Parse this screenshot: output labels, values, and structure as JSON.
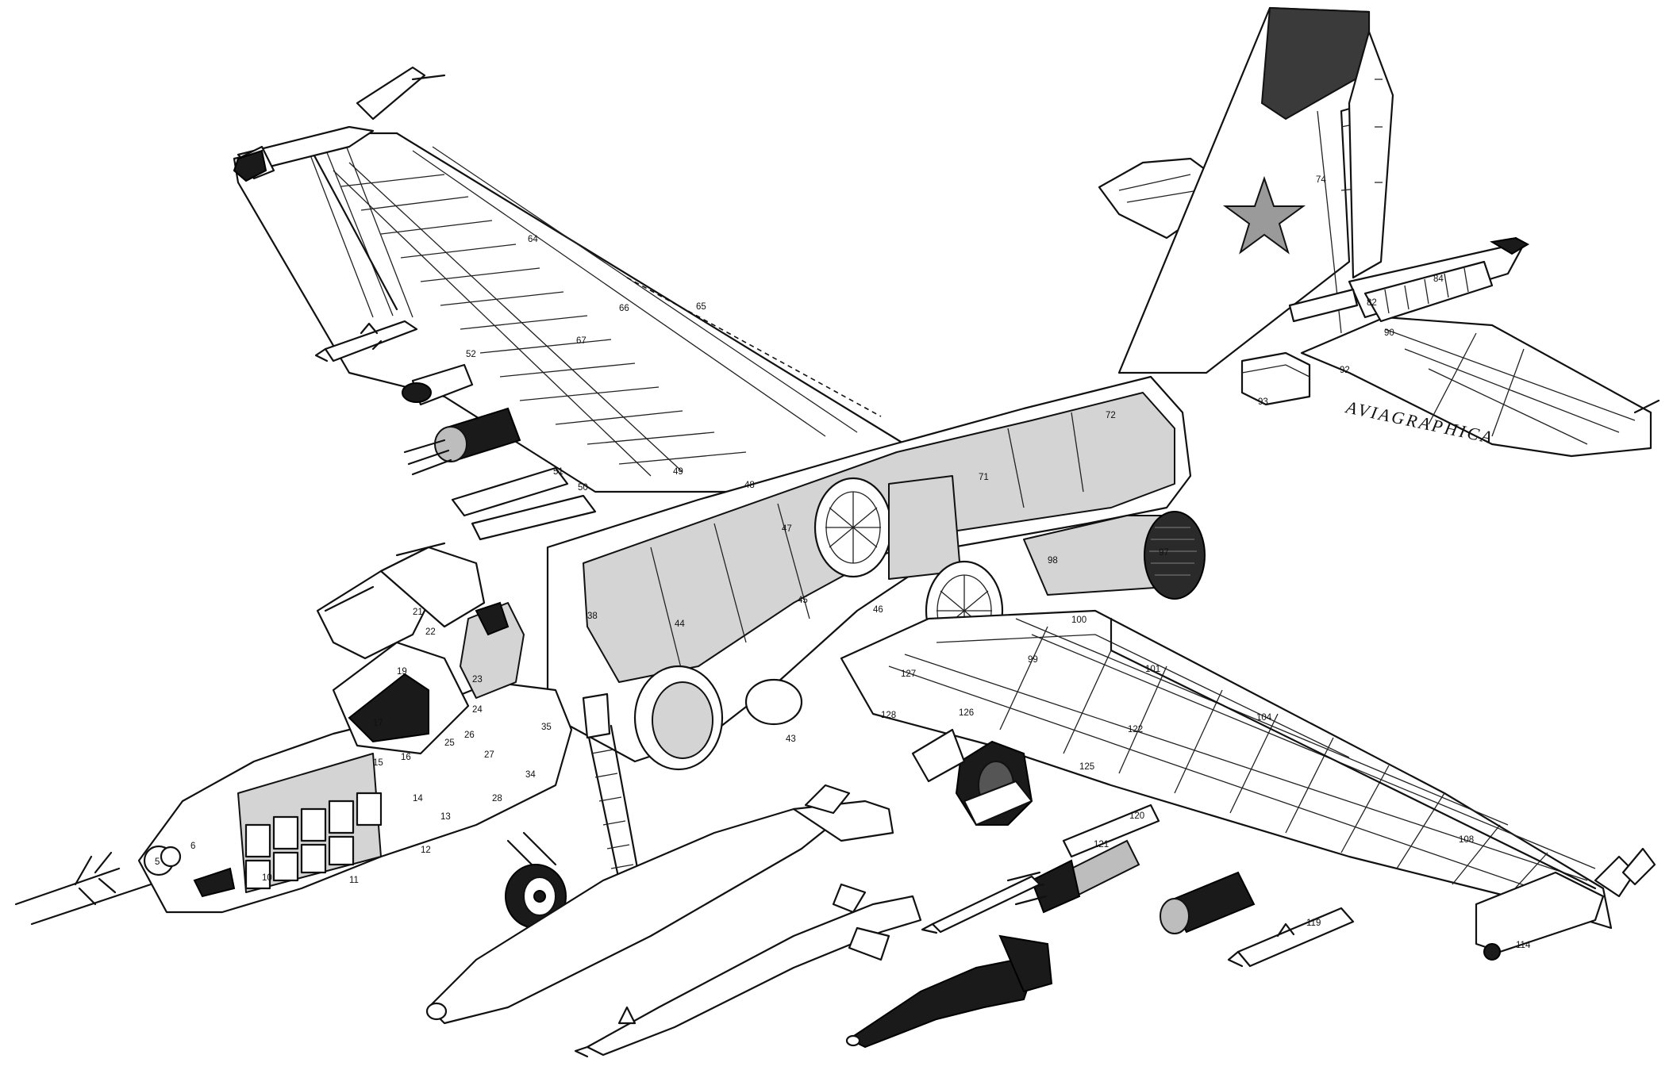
{
  "credit": "AVIAGRAPHICA",
  "callouts": [
    "5",
    "6",
    "10",
    "11",
    "12",
    "13",
    "14",
    "15",
    "16",
    "17",
    "19",
    "21",
    "22",
    "23",
    "24",
    "25",
    "26",
    "27",
    "28",
    "34",
    "35",
    "38",
    "43",
    "44",
    "45",
    "46",
    "47",
    "48",
    "49",
    "50",
    "51",
    "52",
    "64",
    "65",
    "66",
    "67",
    "71",
    "72",
    "74",
    "82",
    "84",
    "90",
    "92",
    "93",
    "97",
    "98",
    "99",
    "100",
    "101",
    "104",
    "108",
    "114",
    "119",
    "120",
    "121",
    "122",
    "125",
    "126",
    "127",
    "128"
  ],
  "colors": {
    "ink": "#111111",
    "cutaway_grey": "#d4d4d4",
    "dark_ordnance": "#1a1a1a",
    "star_grey": "#9a9a9a",
    "fin_tip": "#3a3a3a"
  }
}
